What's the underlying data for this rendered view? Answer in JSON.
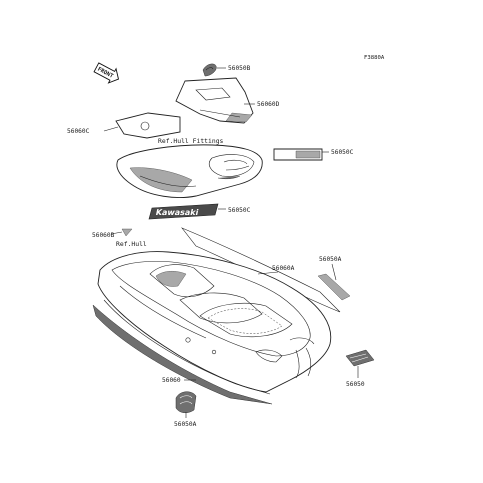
{
  "figure_code": "F3880A",
  "front_label": "FRONT",
  "references": {
    "hull_fittings": "Ref.Hull Fittings",
    "hull": "Ref.Hull"
  },
  "brand_decal_text": "Kawasaki",
  "parts": [
    {
      "id": "p1",
      "number": "56050B"
    },
    {
      "id": "p2",
      "number": "56060D"
    },
    {
      "id": "p3",
      "number": "56060C"
    },
    {
      "id": "p4",
      "number": "56050C"
    },
    {
      "id": "p5",
      "number": "56050C"
    },
    {
      "id": "p6",
      "number": "56060B"
    },
    {
      "id": "p7",
      "number": "56060A"
    },
    {
      "id": "p8",
      "number": "56050A"
    },
    {
      "id": "p9",
      "number": "56060"
    },
    {
      "id": "p10",
      "number": "56050"
    },
    {
      "id": "p11",
      "number": "56050A"
    }
  ]
}
